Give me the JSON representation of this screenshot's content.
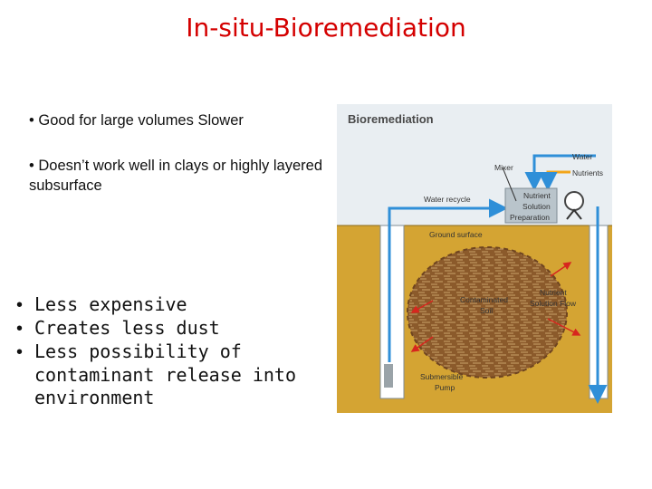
{
  "title": "In-situ-Bioremediation",
  "bullets_top": [
    "• Good for large volumes Slower",
    "• Doesn’t work well in clays or highly layered subsurface"
  ],
  "bullets_bottom": [
    "Less expensive",
    "Creates less dust",
    "Less possibility of contaminant release into environment"
  ],
  "diagram": {
    "heading": "Bioremediation",
    "mixer": "Mixer",
    "water": "Water",
    "nutrients": "Nutrients",
    "water_recycle": "Water recycle",
    "prep_line1": "Nutrient",
    "prep_line2": "Solution",
    "prep_line3": "Preparation",
    "ground_surface": "Ground surface",
    "soil_line1": "Contaminated",
    "soil_line2": "Soil",
    "flow_line1": "Nutrient",
    "flow_line2": "Solution Flow",
    "pump_line1": "Submersible",
    "pump_line2": "Pump",
    "colors": {
      "title": "#d40000",
      "ground": "#d4a433",
      "soil": "#8b5a2b",
      "pipe": "#2f8fd8",
      "arrow": "#d7261e"
    }
  }
}
